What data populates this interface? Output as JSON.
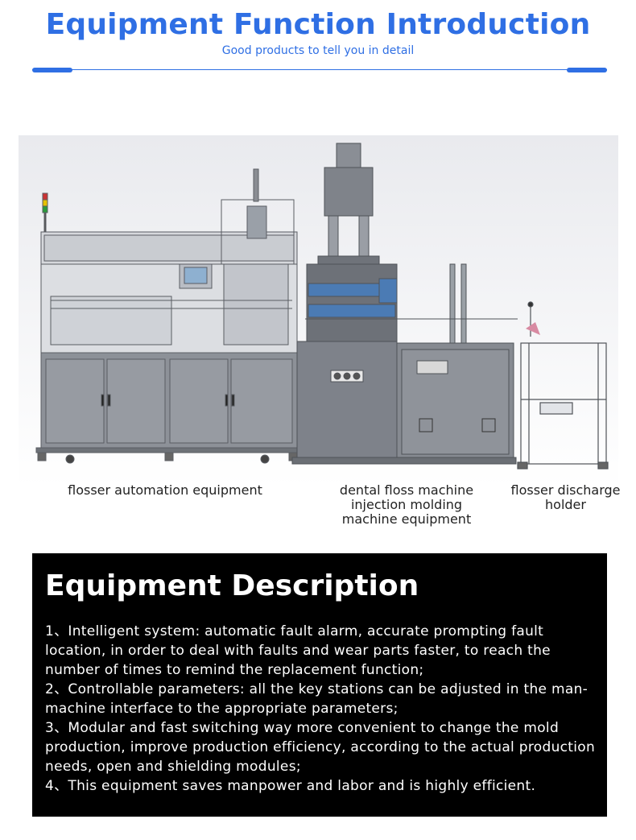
{
  "header": {
    "title": "Equipment Function Introduction",
    "subtitle": "Good products to tell you in detail",
    "accent_color": "#2f6fe4"
  },
  "figure": {
    "captions": [
      "flosser automation equipment",
      "dental floss machine\ninjection molding\nmachine equipment",
      "flosser discharge\nholder"
    ]
  },
  "description": {
    "title": "Equipment Description",
    "items": [
      "1、Intelligent system: automatic fault alarm, accurate prompting fault location, in order to deal with faults and wear parts faster, to reach the number of times to remind the replacement function;",
      "2、Controllable parameters: all the key stations can be adjusted in the man-machine interface to the appropriate parameters;",
      "3、Modular and fast switching way more convenient to change the mold production, improve production efficiency, according to the actual production needs, open and shielding modules;",
      "4、This equipment saves manpower and labor and is highly efficient."
    ]
  }
}
